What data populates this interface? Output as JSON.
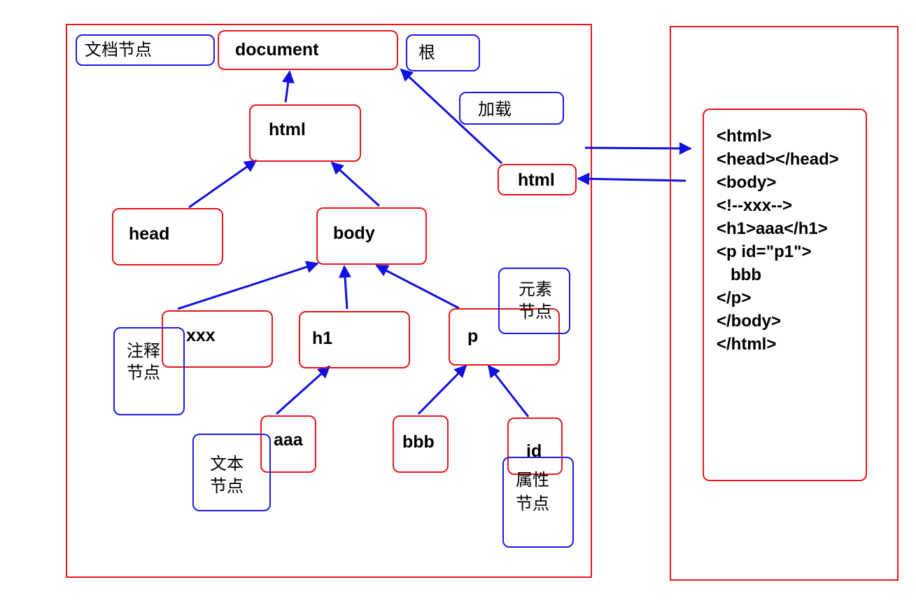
{
  "tree": {
    "document": "document",
    "html": "html",
    "head": "head",
    "body": "body",
    "comment": "xxx",
    "h1": "h1",
    "p": "p",
    "text_aaa": "aaa",
    "text_bbb": "bbb",
    "attr_id": "id",
    "loaded_html": "html"
  },
  "labels": {
    "document_node": "文档节点",
    "root": "根",
    "load": "加载",
    "element_node": [
      "元素",
      "节点"
    ],
    "comment_node": [
      "注释",
      "节点"
    ],
    "text_node": [
      "文本",
      "节点"
    ],
    "attribute_node": [
      "属性",
      "节点"
    ]
  },
  "source_code": [
    "<html>",
    "<head></head>",
    "<body>",
    "<!--xxx-->",
    "<h1>aaa</h1>",
    "<p id=\"p1\">",
    "   bbb",
    "</p>",
    "</body>",
    "</html>"
  ],
  "colors": {
    "frame": "#e8161b",
    "label_border": "#1a1ae6",
    "arrow": "#1010e0"
  }
}
